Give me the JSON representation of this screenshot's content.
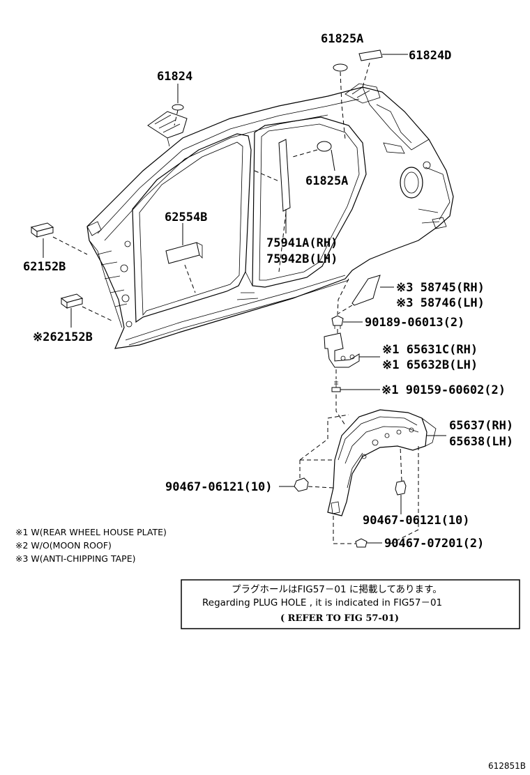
{
  "labels": {
    "p61825a_top": "61825A",
    "p61824d": "61824D",
    "p61824": "61824",
    "p61825a_mid": "61825A",
    "p62554b": "62554B",
    "p62152b": "62152B",
    "p62152b_note": "※262152B",
    "p75941a": "75941A(RH)",
    "p75942b": "75942B(LH)",
    "p58745": "※3 58745(RH)",
    "p58746": "※3 58746(LH)",
    "p90189": "90189-06013(2)",
    "p65631c": "※1 65631C(RH)",
    "p65632b": "※1 65632B(LH)",
    "p90159": "※1 90159-60602(2)",
    "p65637": "65637(RH)",
    "p65638": "65638(LH)",
    "p90467_left": "90467-06121(10)",
    "p90467_right": "90467-06121(10)",
    "p90467_07201": "90467-07201(2)"
  },
  "notes": [
    "※1 W(REAR WHEEL HOUSE PLATE)",
    "※2 W/O(MOON ROOF)",
    "※3 W(ANTI-CHIPPING TAPE)"
  ],
  "infobox": {
    "line1": "プラグホールはFIG57－01 に掲載してあります。",
    "line2": "Regarding PLUG HOLE , it is indicated in FIG57－01",
    "line3": "(  REFER TO FIG 57-01)"
  },
  "figure_id": "612851B"
}
